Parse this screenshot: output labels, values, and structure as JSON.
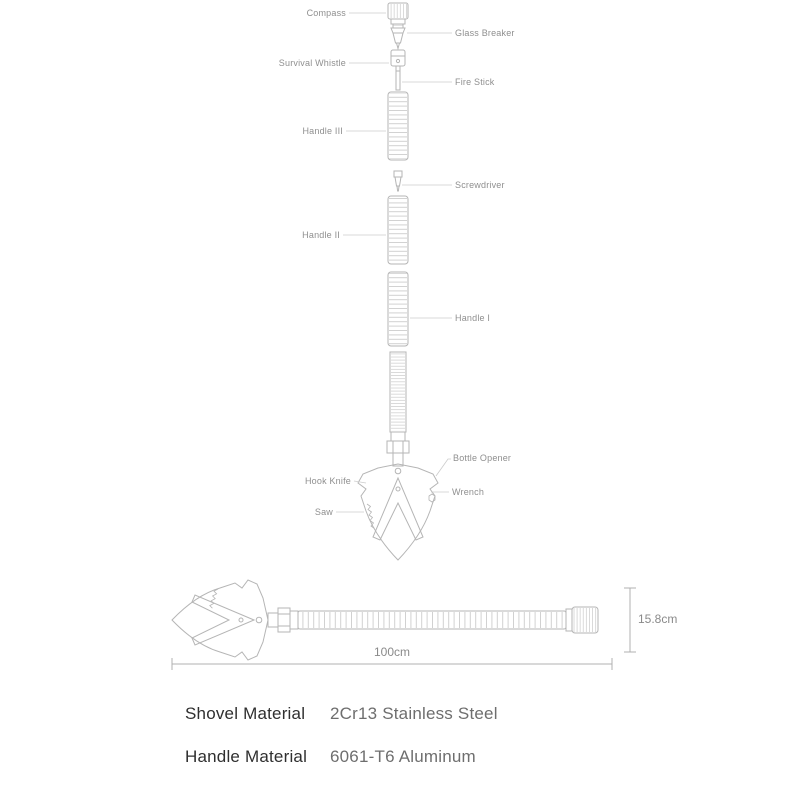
{
  "diagram": {
    "labels_left": [
      "Compass",
      "Survival Whistle",
      "Handle III",
      "Handle II",
      "Hook Knife",
      "Saw"
    ],
    "labels_right": [
      "Glass Breaker",
      "Fire Stick",
      "Screwdriver",
      "Handle I",
      "Bottle Opener",
      "Wrench"
    ],
    "dimensions": {
      "length": "100cm",
      "width": "15.8cm"
    }
  },
  "specs": [
    {
      "label": "Shovel Material",
      "value": "2Cr13 Stainless Steel"
    },
    {
      "label": "Handle Material",
      "value": "6061-T6 Aluminum"
    }
  ],
  "colors": {
    "line_art": "#b5b5b5",
    "rib_lines": "#c6c6c6",
    "leader_lines": "#cccccc",
    "label_text": "#8f8f8f",
    "spec_label_text": "#2f2f2f",
    "spec_value_text": "#6e6e6e",
    "background": "#ffffff"
  }
}
